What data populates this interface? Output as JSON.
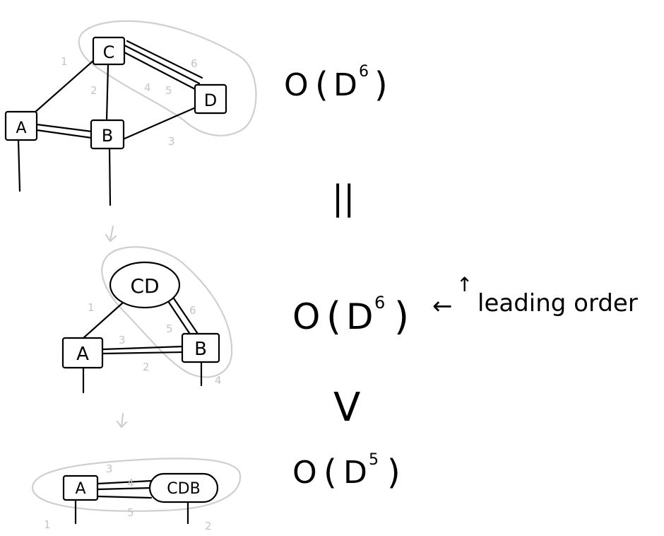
{
  "top": {
    "nodes": {
      "a": "A",
      "b": "B",
      "c": "C",
      "d": "D"
    },
    "edge_labels": {
      "e1": "1",
      "e2": "2",
      "e3": "3",
      "e4": "4",
      "e5": "5",
      "e6": "6"
    }
  },
  "middle": {
    "nodes": {
      "cd": "CD",
      "a": "A",
      "b": "B"
    },
    "edge_labels": {
      "e1": "1",
      "e2": "2",
      "e3": "3",
      "e4": "4",
      "e5": "5",
      "e6": "6"
    }
  },
  "bottom": {
    "nodes": {
      "a": "A",
      "cdb": "CDB"
    },
    "edge_labels": {
      "e1": "1",
      "e2": "2",
      "e3": "3",
      "e4": "4",
      "e5": "5"
    }
  },
  "complexity": {
    "top": {
      "o": "O",
      "open": "(",
      "base": "D",
      "exp": "6",
      "close": ")"
    },
    "middle": {
      "o": "O",
      "open": "(",
      "base": "D",
      "exp": "6",
      "close": ")"
    },
    "bottom": {
      "o": "O",
      "open": "(",
      "base": "D",
      "exp": "5",
      "close": ")"
    }
  },
  "relations": {
    "equal": "||",
    "greater": "V"
  },
  "annotation": {
    "arrow": "←",
    "caret": "↑",
    "text": "leading order"
  }
}
